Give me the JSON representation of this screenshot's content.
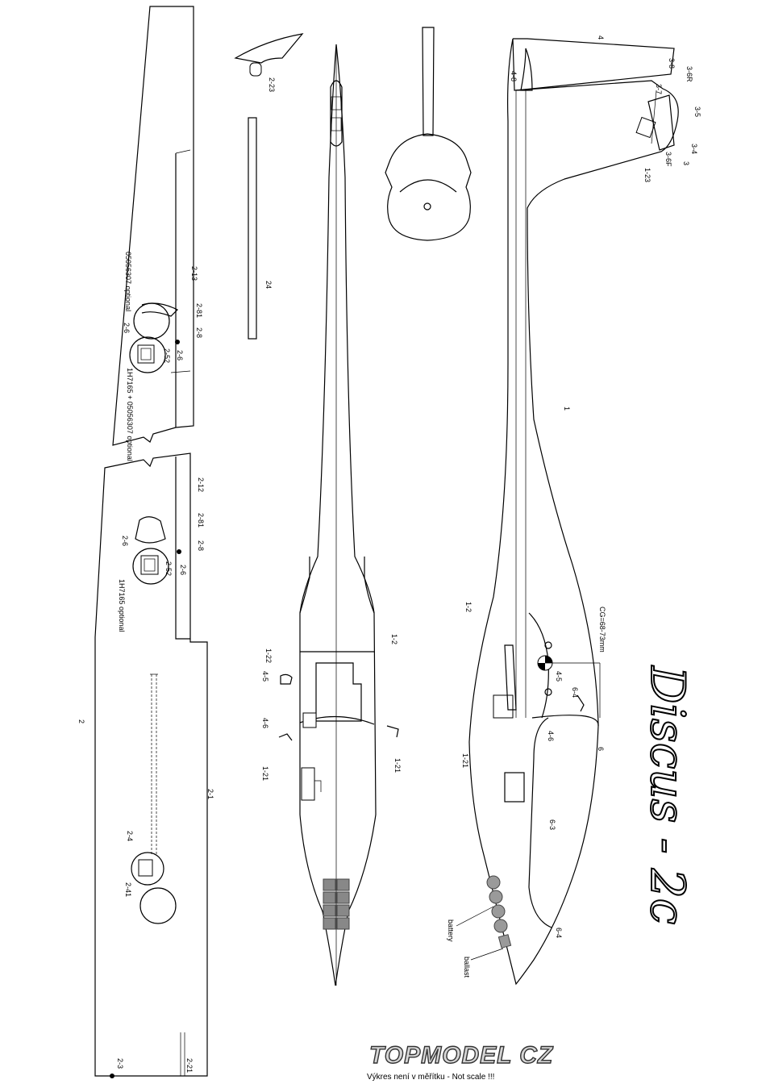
{
  "title": "Discus - 2c",
  "logo": "TOPMODEL CZ",
  "note": "Výkres není v měřítku - Not scale !!!",
  "wing_labels": {
    "l2": "2",
    "l2_1": "2-1",
    "l2_3": "2-3",
    "l2_21": "2-21",
    "l2_4": "2-4",
    "l2_41": "2-41",
    "l2_12": "2-12",
    "l2_13": "2-13",
    "l2_81a": "2-81",
    "l2_8a": "2-8",
    "l2_6a": "2-6",
    "l2_52a": "2-52",
    "l2_6b": "2-6",
    "l2_81b": "2-81",
    "l2_8b": "2-8",
    "l2_6c": "2-6",
    "l2_52b": "2-52",
    "l2_6d": "2-6",
    "servo_a": "1H7165 + 05056307 optional",
    "servo_b": "1H7165 optional",
    "opt_top": "05056307 optional"
  },
  "part_labels": {
    "l2_23": "2-23",
    "l24": "24"
  },
  "top_labels": {
    "l1_2": "1-2",
    "l1_22": "1-22",
    "l4_5": "4-5",
    "l4_6": "4-6",
    "l1_21a": "1-21",
    "l1_21b": "1-21"
  },
  "side_labels": {
    "l1": "1",
    "l4": "4",
    "l4_8": "4-8",
    "l3_8": "3-8",
    "l3_6R": "3-6R",
    "l3_7": "3-7",
    "l3_5": "3-5",
    "l3_4": "3-4",
    "l3": "3",
    "l3_6F": "3-6F",
    "l1_23": "1-23",
    "l1_2s": "1-2",
    "cg": "CG=68-73mm",
    "l4_5s": "4-5",
    "l6_4a": "6-4",
    "l6": "6",
    "l4_6s": "4-6",
    "l1_21s": "1-21",
    "l6_3": "6-3",
    "l6_4b": "6-4",
    "battery": "battery",
    "ballast": "ballast"
  }
}
